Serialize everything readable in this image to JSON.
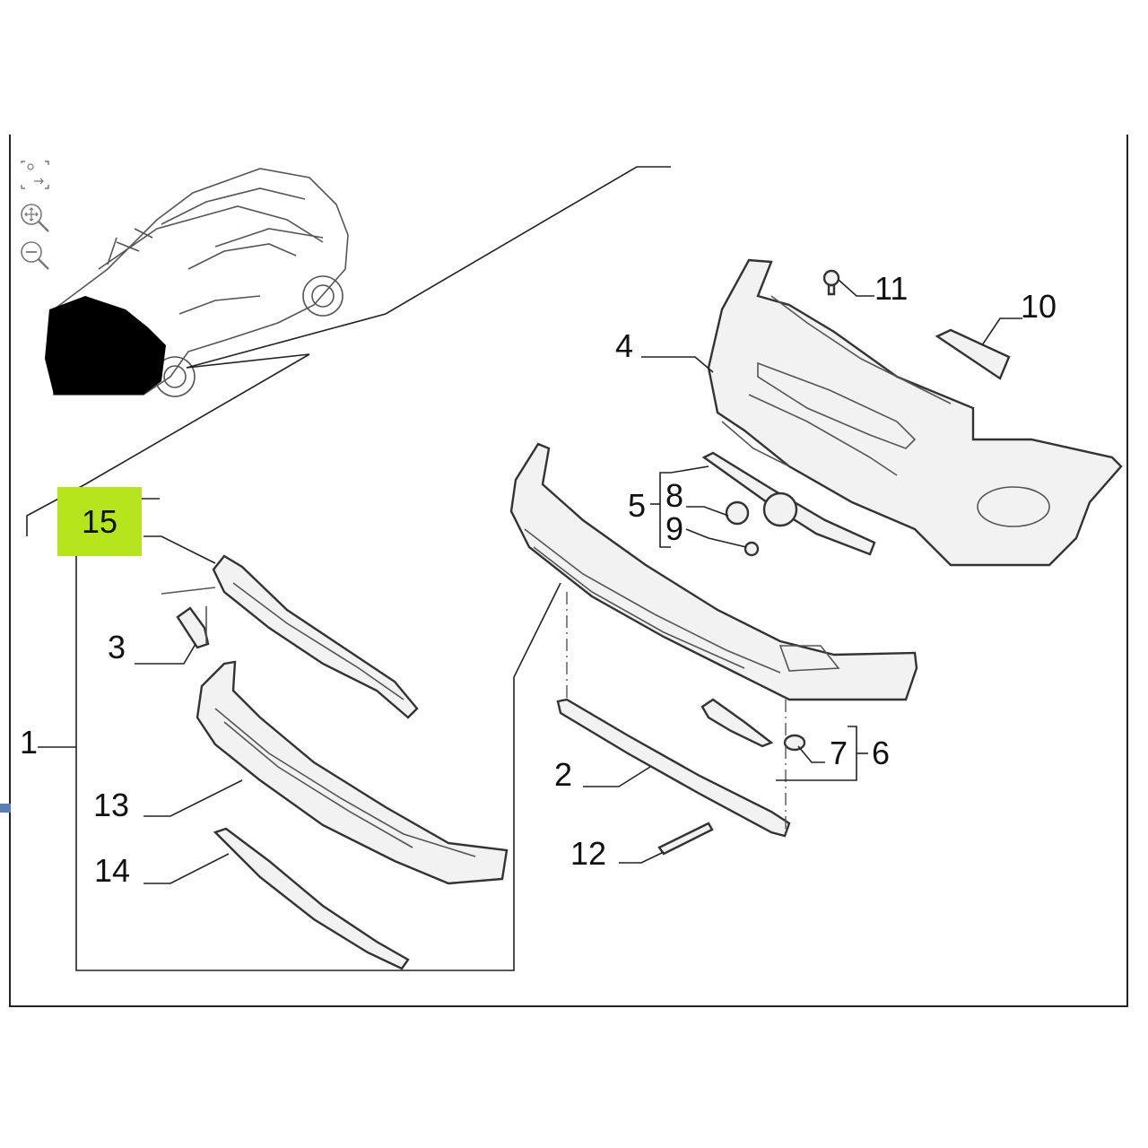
{
  "toolbar": {
    "tools": [
      {
        "icon": "fit-view-icon"
      },
      {
        "icon": "pan-zoom-icon"
      },
      {
        "icon": "zoom-out-icon"
      }
    ]
  },
  "callouts": {
    "c1": "1",
    "c2": "2",
    "c3": "3",
    "c4": "4",
    "c5": "5",
    "c6": "6",
    "c7": "7",
    "c8": "8",
    "c9": "9",
    "c10": "10",
    "c11": "11",
    "c12": "12",
    "c13": "13",
    "c14": "14",
    "c15": "15"
  },
  "colors": {
    "highlight": "#b5e61d",
    "line": "#222222",
    "edge_marker": "#5b7fb0"
  }
}
